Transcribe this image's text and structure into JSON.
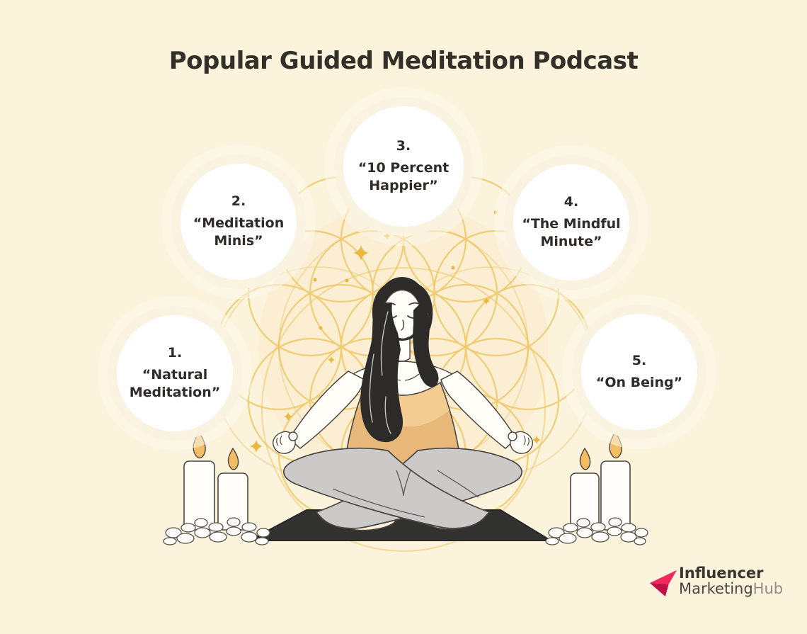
{
  "title": "Popular Guided Meditation Podcast",
  "podcasts": [
    {
      "rank": "1.",
      "lines": [
        "“Natural",
        "Meditation”"
      ]
    },
    {
      "rank": "2.",
      "lines": [
        "“Meditation",
        "Minis”"
      ]
    },
    {
      "rank": "3.",
      "lines": [
        "“10 Percent",
        "Happier”"
      ]
    },
    {
      "rank": "4.",
      "lines": [
        "“The Mindful",
        "Minute”"
      ]
    },
    {
      "rank": "5.",
      "lines": [
        "“On Being”"
      ]
    }
  ],
  "logo": {
    "line1": "Influencer",
    "line2_part1": "Marketing",
    "line2_part2": "Hub"
  },
  "illustration": {
    "icons": [
      "flower-of-life-pattern",
      "sparkle-icon",
      "yoga-mat-icon",
      "meditating-woman-icon",
      "candles-left-icon",
      "candles-right-icon"
    ]
  },
  "colors": {
    "background": "#FCF3DD",
    "title_text": "#33302A",
    "bubble_fill": "#FFFFFF",
    "bubble_halo": "#FAF1DE",
    "pattern_gold": "#EEC55D",
    "sparkle_gold": "#E8B93E",
    "tank_top_tan": "#F3CC92",
    "pants_gray": "#CBCAC8",
    "mat_dark": "#323231",
    "logo_pink": "#F0285C",
    "logo_pink_dark": "#C01048"
  }
}
